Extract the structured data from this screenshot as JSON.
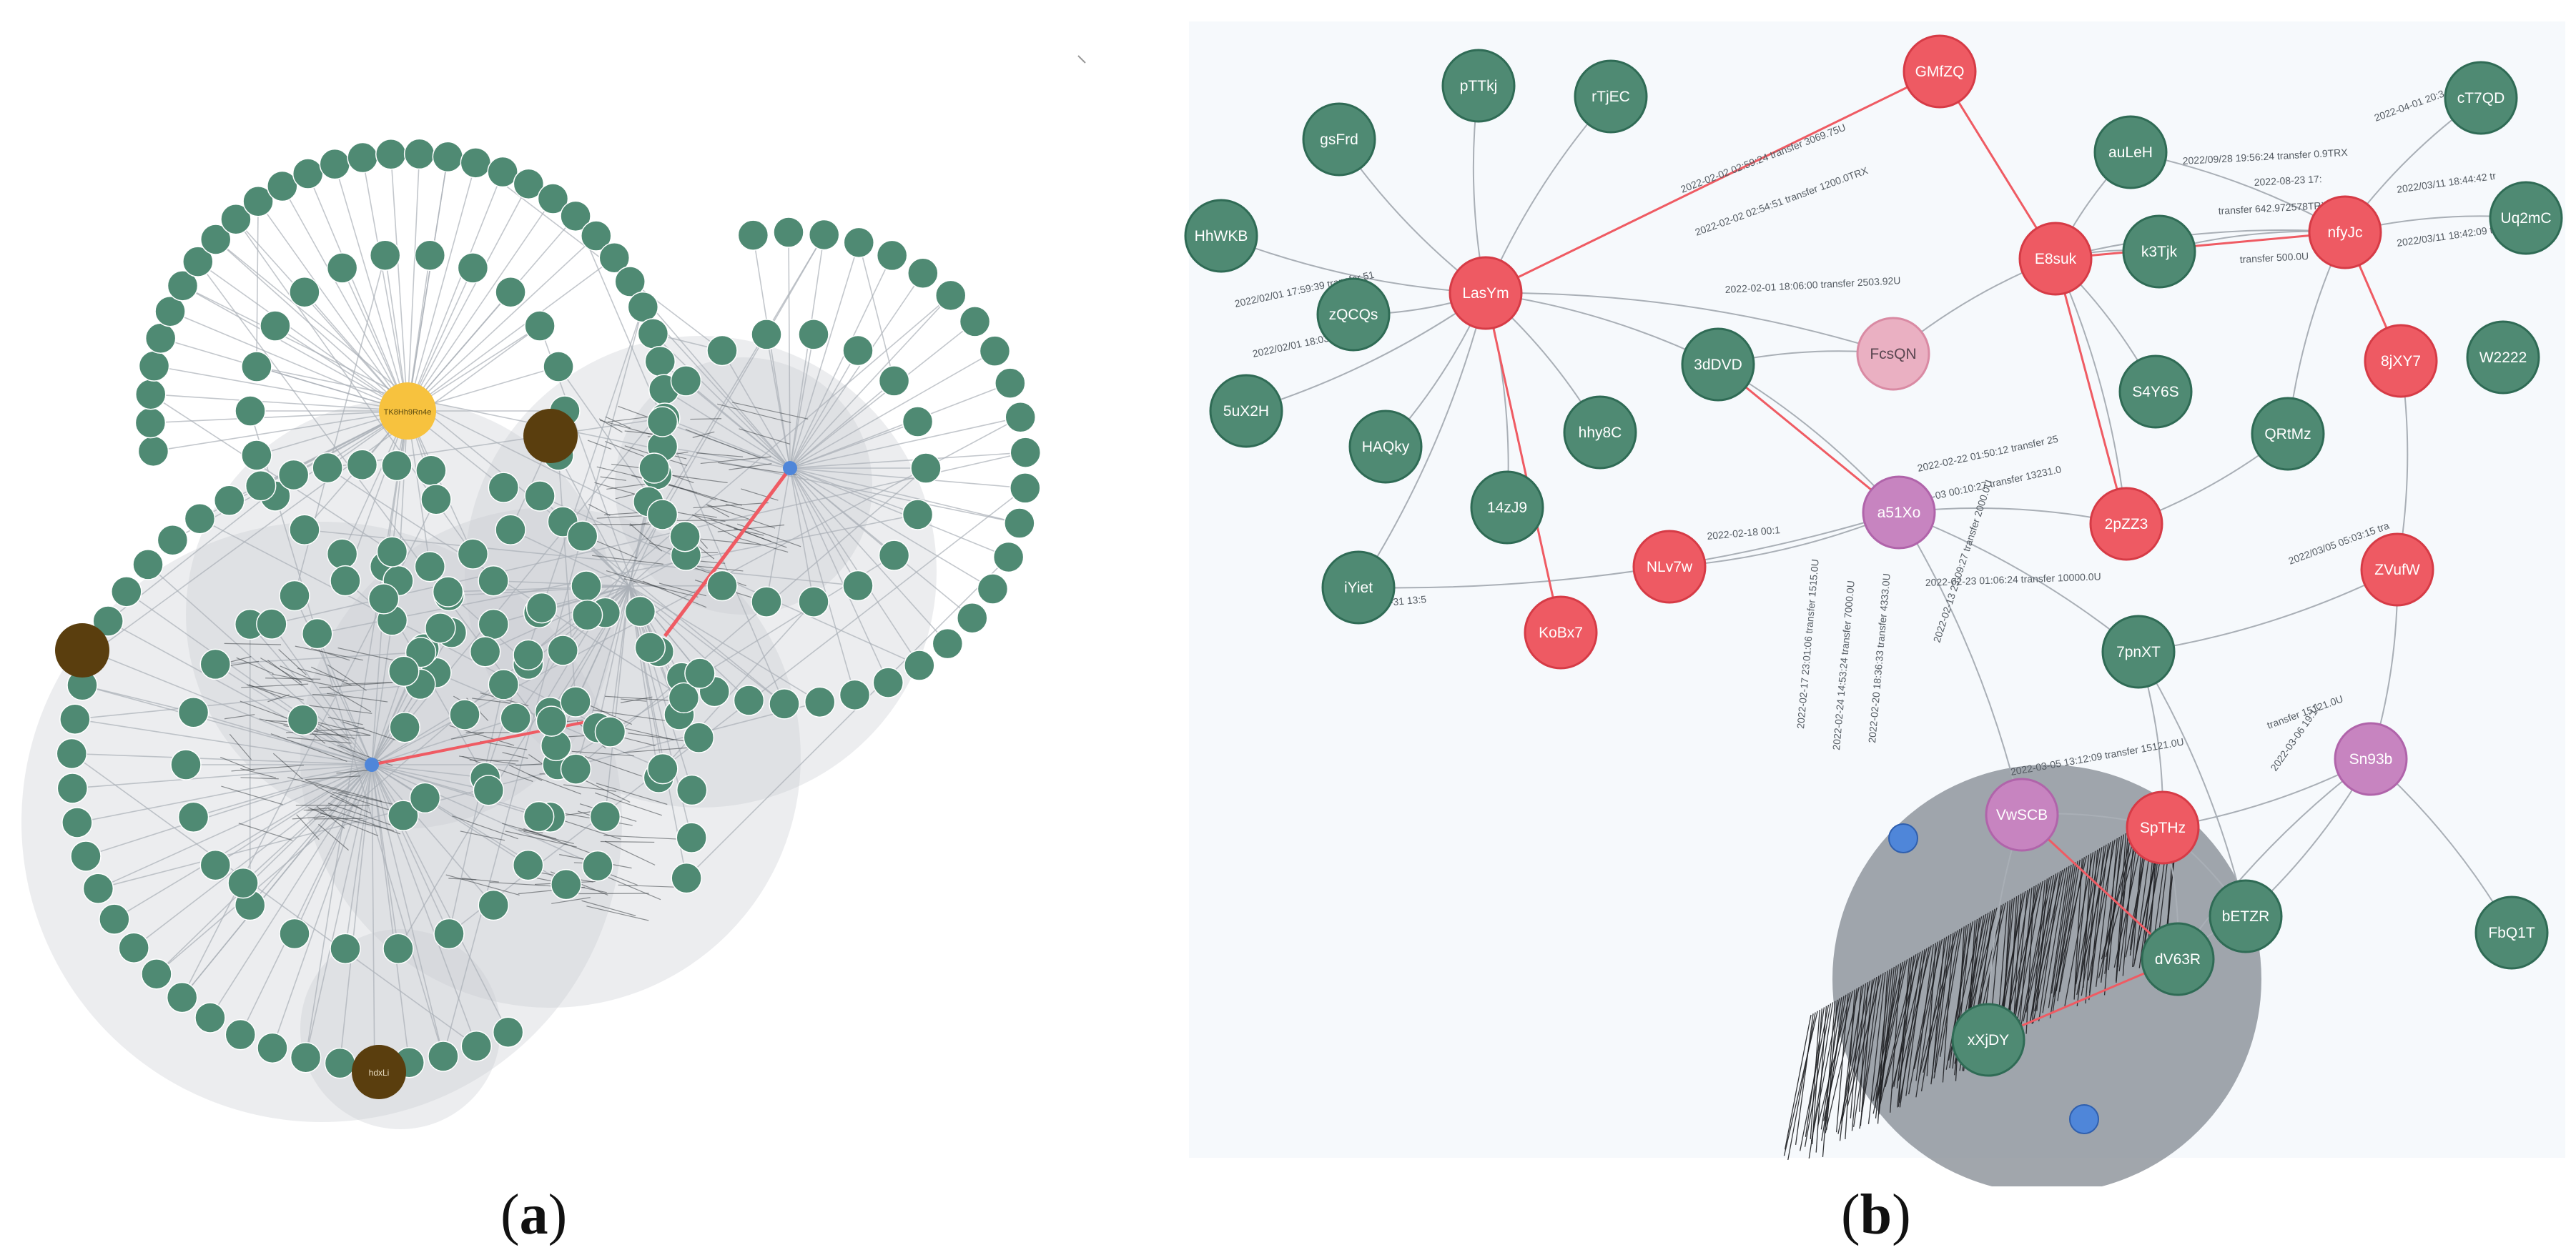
{
  "captions": {
    "a": "a",
    "b": "b"
  },
  "panel_b": {
    "nodes": [
      {
        "id": "GMfZQ",
        "kind": "red"
      },
      {
        "id": "pTTkj",
        "kind": "green"
      },
      {
        "id": "rTjEC",
        "kind": "green"
      },
      {
        "id": "gsFrd",
        "kind": "green"
      },
      {
        "id": "HhWKB",
        "kind": "green"
      },
      {
        "id": "LasYm",
        "kind": "red"
      },
      {
        "id": "zQCQs",
        "kind": "green"
      },
      {
        "id": "5uX2H",
        "kind": "green"
      },
      {
        "id": "HAQky",
        "kind": "green"
      },
      {
        "id": "14zJ9",
        "kind": "green"
      },
      {
        "id": "hhy8C",
        "kind": "green"
      },
      {
        "id": "3dDVD",
        "kind": "green"
      },
      {
        "id": "FcsQN",
        "kind": "pink"
      },
      {
        "id": "auLeH",
        "kind": "green"
      },
      {
        "id": "E8suk",
        "kind": "red"
      },
      {
        "id": "k3Tjk",
        "kind": "green"
      },
      {
        "id": "S4Y6S",
        "kind": "green"
      },
      {
        "id": "nfyJc",
        "kind": "red"
      },
      {
        "id": "cT7QD",
        "kind": "green"
      },
      {
        "id": "Uq2mC",
        "kind": "green"
      },
      {
        "id": "W2222",
        "kind": "green"
      },
      {
        "id": "8jXY7",
        "kind": "red"
      },
      {
        "id": "QRtMz",
        "kind": "green"
      },
      {
        "id": "2pZZ3",
        "kind": "red"
      },
      {
        "id": "ZVufW",
        "kind": "red"
      },
      {
        "id": "a51Xo",
        "kind": "purple"
      },
      {
        "id": "NLv7w",
        "kind": "red"
      },
      {
        "id": "iYiet",
        "kind": "green"
      },
      {
        "id": "KoBx7",
        "kind": "red"
      },
      {
        "id": "7pnXT",
        "kind": "green"
      },
      {
        "id": "Sn93b",
        "kind": "purple"
      },
      {
        "id": "VwSCB",
        "kind": "purple"
      },
      {
        "id": "SpTHz",
        "kind": "red"
      },
      {
        "id": "bETZR",
        "kind": "green"
      },
      {
        "id": "dV63R",
        "kind": "green"
      },
      {
        "id": "FbQ1T",
        "kind": "green"
      },
      {
        "id": "xXjDY",
        "kind": "green"
      }
    ],
    "edge_labels": [
      "2022-02-02 02:59:24 transfer 3069.75U",
      "2022-02-02 02:54:51 transfer 1200.0TRX",
      "2022-02-01 18:06:00 transfer 2503.92U",
      "2022/02/01 17:59:39 transfer 51",
      "2022/02/01 18:03:18 transfer",
      "2021-12-31 13:5",
      "2022-10-03 00:10:27 transfer 13231.0",
      "2022-02-22 01:50:12 transfer 25",
      "2022-02-23 01:06:24 transfer 10000.0U",
      "2022-02-18 00:1",
      "2022/03/05 05:03:15 tra",
      "2022/03/11 18:44:42 tr",
      "2022/03/11 18:42:09 tr",
      "2022/09/28 19:56:24 transfer 0.9TRX",
      "transfer 642.972578TRX",
      "transfer 500.0U",
      "2022-08-23 17:",
      "2022-04-01 20:34:30",
      "2022-02-17 23:01:06 transfer 1515.0U",
      "2022-02-24 14:53:24 transfer 7000.0U",
      "2022-02-20 18:36:33 transfer 4333.0U",
      "2022-02-13 23:09:27 transfer 2000.0U",
      "2022-03-05 13:12:09 transfer 15121.0U",
      "2022-03-06 19:17",
      "transfer 15121.0U"
    ]
  },
  "panel_a": {
    "hub_labels": [
      "TK8Hh9Rn4e",
      "hdxLi"
    ]
  },
  "colors": {
    "green_node": "#4f8a73",
    "green_stroke": "#2f6b55",
    "red_node": "#ee5a63",
    "red_stroke": "#d63b46",
    "pink_node": "#eab0c2",
    "purple_node": "#c784c0",
    "blue_node": "#4f86d9",
    "yellow_hub": "#f7c23e",
    "dark_hub": "#5a3e0e",
    "edge_gray": "#a9afb6",
    "edge_red": "#ef5b63",
    "panel_b_bg": "#f6f9fc"
  }
}
